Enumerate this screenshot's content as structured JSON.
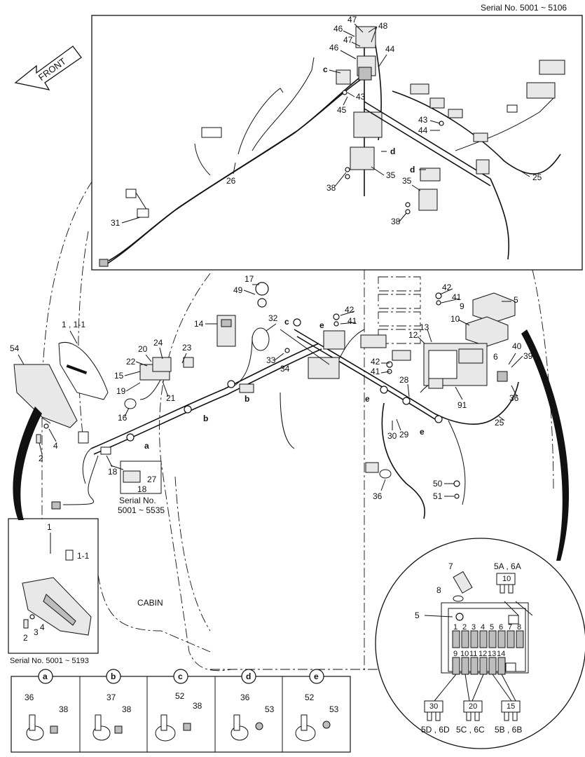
{
  "header": {
    "serial_range_top": "Serial No. 5001 ~ 5106"
  },
  "direction_label": "FRONT",
  "cabin_label": "CABIN",
  "callouts": {
    "c1": "1 , 1-1",
    "c54": "54",
    "c2": "2",
    "c4": "4",
    "c18": "18",
    "c27": "27",
    "c15": "15",
    "c19": "19",
    "c20": "20",
    "c21": "21",
    "c22": "22",
    "c23": "23",
    "c24": "24",
    "c16": "16",
    "c14": "14",
    "c17": "17",
    "c49": "49",
    "c32": "32",
    "c33": "33",
    "c34": "34",
    "c42a": "42",
    "c41a": "41",
    "c42b": "42",
    "c41b": "41",
    "c42c": "42",
    "c41c": "41",
    "c5": "5",
    "c9": "9",
    "c10": "10",
    "c13": "13",
    "c12": "12",
    "c40": "40",
    "c39": "39",
    "c6": "6",
    "c91": "91",
    "c28": "28",
    "c29": "29",
    "c30": "30",
    "c36a": "36",
    "c36b": "36",
    "c25a": "25",
    "c50": "50",
    "c51": "51",
    "t47a": "47",
    "t46a": "46",
    "t48": "48",
    "t47b": "47",
    "t46b": "46",
    "t44a": "44",
    "t43a": "43",
    "t45": "45",
    "t43b": "43",
    "t44b": "44",
    "t35a": "35",
    "t38a": "38",
    "t35b": "35",
    "t38b": "38",
    "t26": "26",
    "t25": "25",
    "t31": "31"
  },
  "letter_tags": {
    "a": "a",
    "b": "b",
    "c": "c",
    "d": "d",
    "e": "e"
  },
  "serial_note_mid": {
    "line1": "Serial No.",
    "line2": "5001 ~ 5535"
  },
  "inset_lamp": {
    "c1": "1",
    "c11": "1-1",
    "c2": "2",
    "c3": "3",
    "c4": "4",
    "serial": "Serial No. 5001 ~ 5193"
  },
  "fuse_box": {
    "c7": "7",
    "c8": "8",
    "c5": "5",
    "fuse_5a": "5A , 6A",
    "fuse_5d": "5D , 6D",
    "fuse_5c": "5C , 6C",
    "fuse_5b": "5B , 6B",
    "row1_numbers": [
      "1",
      "2",
      "3",
      "4",
      "5",
      "6",
      "7",
      "8"
    ],
    "row2_numbers": [
      "9",
      "10",
      "11",
      "12",
      "13",
      "14"
    ],
    "rating_10": "10",
    "rating_30": "30",
    "rating_20": "20",
    "rating_15": "15"
  },
  "clamp_table": [
    {
      "key": "a",
      "parts": [
        "36",
        "38"
      ]
    },
    {
      "key": "b",
      "parts": [
        "37",
        "38"
      ]
    },
    {
      "key": "c",
      "parts": [
        "52",
        "38"
      ]
    },
    {
      "key": "d",
      "parts": [
        "36",
        "53"
      ]
    },
    {
      "key": "e",
      "parts": [
        "52",
        "53"
      ]
    }
  ]
}
